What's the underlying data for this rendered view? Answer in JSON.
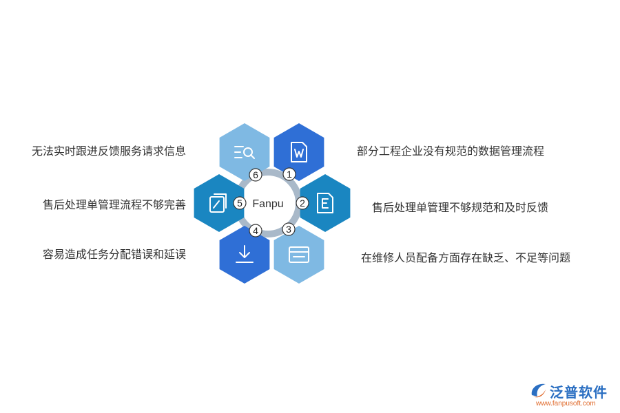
{
  "center_label": "Fanpu",
  "items": [
    {
      "number": "1",
      "text": "部分工程企业没有规范的数据管理流程",
      "icon": "word-document-icon",
      "color": "#2f6fd6",
      "side": "right"
    },
    {
      "number": "2",
      "text": "售后处理单管理不够规范和及时反馈",
      "icon": "excel-document-icon",
      "color": "#1a86c1",
      "side": "right"
    },
    {
      "number": "3",
      "text": "在维修人员配备方面存在缺乏、不足等问题",
      "icon": "window-icon",
      "color": "#7fb9e3",
      "side": "right"
    },
    {
      "number": "4",
      "text": "容易造成任务分配错误和延误",
      "icon": "download-icon",
      "color": "#2f6fd6",
      "side": "left"
    },
    {
      "number": "5",
      "text": "售后处理单管理流程不够完善",
      "icon": "link-pages-icon",
      "color": "#1a86c1",
      "side": "left"
    },
    {
      "number": "6",
      "text": "无法实时跟进反馈服务请求信息",
      "icon": "search-list-icon",
      "color": "#7fb9e3",
      "side": "left"
    }
  ],
  "logo": {
    "name": "泛普软件",
    "url": "www.fanpusoft.com"
  }
}
